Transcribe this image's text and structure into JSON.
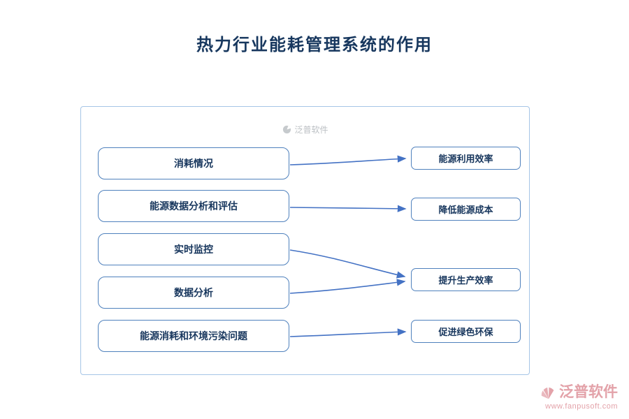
{
  "page": {
    "title": "热力行业能耗管理系统的作用"
  },
  "watermark": {
    "brand": "泛普软件"
  },
  "diagram": {
    "left_boxes": [
      {
        "label": "消耗情况"
      },
      {
        "label": "能源数据分析和评估"
      },
      {
        "label": "实时监控"
      },
      {
        "label": "数据分析"
      },
      {
        "label": "能源消耗和环境污染问题"
      }
    ],
    "right_boxes": [
      {
        "label": "能源利用效率"
      },
      {
        "label": "降低能源成本"
      },
      {
        "label": "提升生产效率"
      },
      {
        "label": "促进绿色环保"
      }
    ],
    "connections": [
      {
        "from": "消耗情况",
        "to": "能源利用效率"
      },
      {
        "from": "能源数据分析和评估",
        "to": "降低能源成本"
      },
      {
        "from": "实时监控",
        "to": "提升生产效率"
      },
      {
        "from": "数据分析",
        "to": "提升生产效率"
      },
      {
        "from": "能源消耗和环境污染问题",
        "to": "促进绿色环保"
      }
    ]
  },
  "footer": {
    "brand": "泛普软件",
    "url": "www.fanpusoft.com"
  },
  "colors": {
    "title": "#17375e",
    "box_border": "#4f81bd",
    "box_text": "#17365d",
    "arrow": "#4472c4",
    "container_border": "#a6c5e6",
    "brand_pink": "#e3a2a9",
    "watermark_gray": "#bcc0c4"
  }
}
